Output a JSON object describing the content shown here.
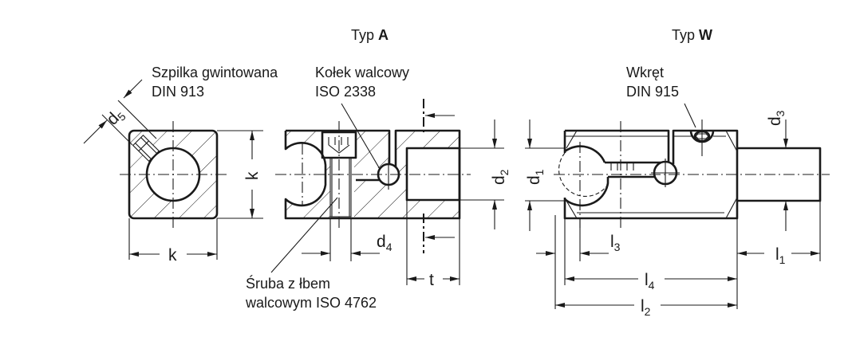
{
  "views": {
    "type_a": {
      "prefix": "Typ ",
      "letter": "A"
    },
    "type_w": {
      "prefix": "Typ ",
      "letter": "W"
    }
  },
  "callouts": {
    "set_screw": {
      "line1": "Szpilka gwintowana",
      "line2": "DIN 913"
    },
    "dowel_pin": {
      "line1": "Kołek walcowy",
      "line2": "ISO 2338"
    },
    "cap_screw": {
      "line1": "Śruba z łbem",
      "line2": "walcowym ISO 4762"
    },
    "screw_w": {
      "line1": "Wkręt",
      "line2": "DIN 915"
    }
  },
  "dimensions": {
    "d5": {
      "base": "d",
      "sub": "5"
    },
    "k_vertical": {
      "base": "k"
    },
    "k_horizontal": {
      "base": "k"
    },
    "d4": {
      "base": "d",
      "sub": "4"
    },
    "d2": {
      "base": "d",
      "sub": "2"
    },
    "t": {
      "base": "t"
    },
    "d1": {
      "base": "d",
      "sub": "1"
    },
    "d3": {
      "base": "d",
      "sub": "3"
    },
    "l3": {
      "base": "l",
      "sub": "3"
    },
    "l1": {
      "base": "l",
      "sub": "1"
    },
    "l4": {
      "base": "l",
      "sub": "4"
    },
    "l2": {
      "base": "l",
      "sub": "2"
    }
  }
}
